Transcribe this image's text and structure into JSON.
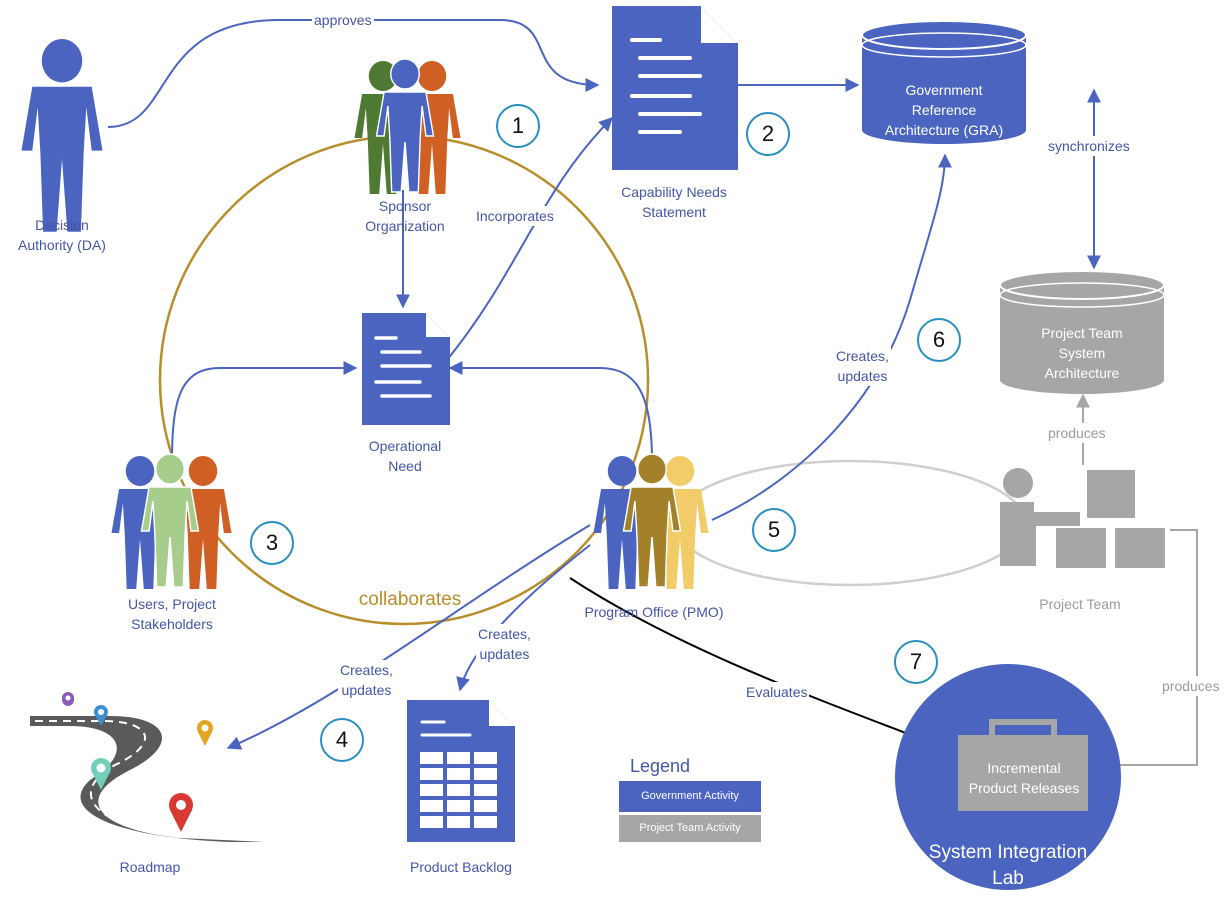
{
  "nodes": {
    "decision_authority": "Decision\nAuthority (DA)",
    "sponsor_org": "Sponsor\nOrganization",
    "capability_needs": "Capability Needs\nStatement",
    "gra": "Government\nReference\nArchitecture (GRA)",
    "operational_need": "Operational\nNeed",
    "users": "Users, Project\nStakeholders",
    "pmo": "Program Office (PMO)",
    "project_arch": "Project Team\nSystem\nArchitecture",
    "project_team": "Project Team",
    "roadmap": "Roadmap",
    "backlog": "Product Backlog",
    "releases": "Incremental\nProduct Releases",
    "sil": "System Integration\nLab"
  },
  "edges": {
    "approves": "approves",
    "incorporates": "Incorporates",
    "synchronizes": "synchronizes",
    "creates_gra": "Creates,\nupdates",
    "produces_arch": "produces",
    "produces_release": "produces",
    "collaborates": "collaborates",
    "creates_backlog": "Creates,\nupdates",
    "creates_roadmap": "Creates,\nupdates",
    "evaluates": "Evaluates"
  },
  "badges": [
    "1",
    "2",
    "3",
    "4",
    "5",
    "6",
    "7"
  ],
  "legend": {
    "title": "Legend",
    "government": "Government Activity",
    "project_team": "Project Team Activity"
  },
  "colors": {
    "gov_blue": "#4a64c0",
    "label_blue": "#4356a8",
    "team_grey": "#a6a6a6",
    "collab_gold": "#b88e2b",
    "badge_ring": "#2a8fbf",
    "green_person": "#4f7a33",
    "orange_person": "#d05f24",
    "light_green_person": "#a7cd8c",
    "yellow_person": "#f2cc68",
    "brown_person": "#a3812a"
  },
  "icons": [
    "person-icon",
    "group-icon",
    "document-icon",
    "database-icon",
    "boxes-icon",
    "briefcase-icon",
    "roadmap-icon",
    "map-pin-icon",
    "spreadsheet-icon"
  ]
}
